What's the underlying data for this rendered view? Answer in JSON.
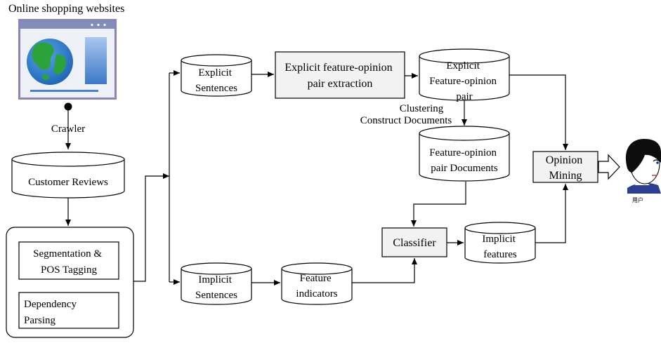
{
  "title": "Online shopping websites",
  "labels": {
    "crawler": "Crawler",
    "clustering": "Clustering",
    "construct_documents": "Construct Documents",
    "user": "用户"
  },
  "nodes": {
    "customer_reviews": [
      "Customer Reviews"
    ],
    "segmentation": [
      "Segmentation &",
      "POS Tagging"
    ],
    "dependency": [
      "Dependency",
      "Parsing"
    ],
    "explicit_sentences": [
      "Explicit",
      "Sentences"
    ],
    "implicit_sentences": [
      "Implicit",
      "Sentences"
    ],
    "explicit_extraction": [
      "Explicit feature-opinion",
      "pair extraction"
    ],
    "explicit_pair": [
      "Explicit",
      "Feature-opinion",
      "pair"
    ],
    "pair_documents": [
      "Feature-opinion",
      "pair Documents"
    ],
    "feature_indicators": [
      "Feature",
      "indicators"
    ],
    "classifier": [
      "Classifier"
    ],
    "implicit_features": [
      "Implicit",
      "features"
    ],
    "opinion_mining": [
      "Opinion",
      "Mining"
    ]
  },
  "colors": {
    "browser_frame": "#8a83b8",
    "browser_bar": "#7f8fb8",
    "globe_ocean": "#1b64b5",
    "globe_land": "#2ca33a",
    "panel_blue": "#3c79c8",
    "box_fill": "#f2f2f2",
    "hair": "#0d0d0d",
    "collar": "#2b3e8f"
  }
}
